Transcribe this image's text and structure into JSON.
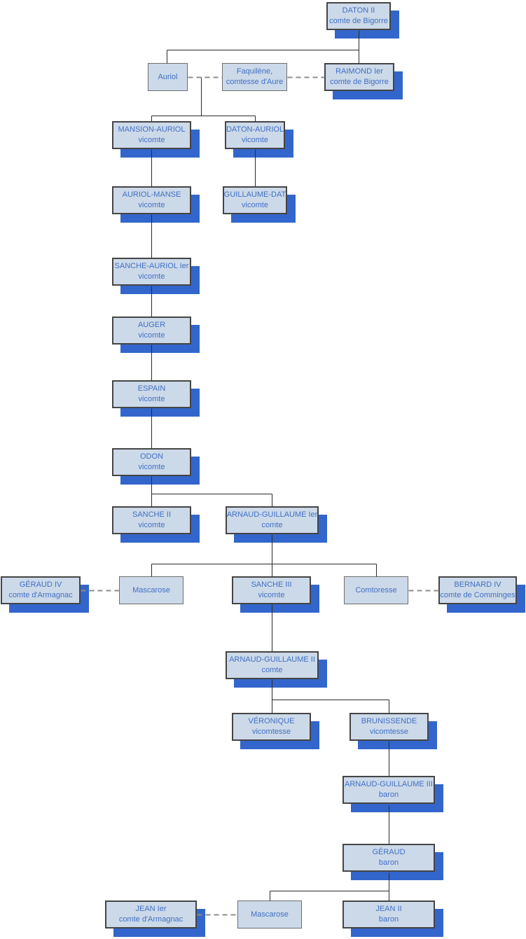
{
  "diagram": {
    "description": "Genealogical family tree",
    "colors": {
      "background": "#ffffff",
      "node_fill": "#ccd9e9",
      "node_border_emphasis": "#454545",
      "node_border_plain": "#6e6e6e",
      "node_shadow": "#3366cc",
      "text": "#4070c4",
      "solid_line": "#2b2b2b",
      "dashed_line": "#8c8c8c"
    },
    "nodes": [
      {
        "id": "daton2",
        "name": "DATON II",
        "title": "comte de Bigorre",
        "shadow": true
      },
      {
        "id": "auriol",
        "name": "Auriol",
        "title": "",
        "shadow": false
      },
      {
        "id": "faquilene",
        "name": "Faquilène,",
        "title": "comtesse d'Aure",
        "shadow": false
      },
      {
        "id": "raimond1",
        "name": "RAIMOND Ier",
        "title": "comte de Bigorre",
        "shadow": true
      },
      {
        "id": "mansion_auriol",
        "name": "MANSION-AURIOL",
        "title": "vicomte",
        "shadow": true
      },
      {
        "id": "daton_auriol",
        "name": "DATON-AURIOL",
        "title": "vicomte",
        "shadow": true
      },
      {
        "id": "auriol_manse",
        "name": "AURIOL-MANSE",
        "title": "vicomte",
        "shadow": true
      },
      {
        "id": "guillaume_dat",
        "name": "GUILLAUME-DAT",
        "title": "vicomte",
        "shadow": true
      },
      {
        "id": "sanche_auriol1",
        "name": "SANCHE-AURIOL Ier",
        "title": "vicomte",
        "shadow": true
      },
      {
        "id": "auger",
        "name": "AUGER",
        "title": "vicomte",
        "shadow": true
      },
      {
        "id": "espain",
        "name": "ESPAIN",
        "title": "vicomte",
        "shadow": true
      },
      {
        "id": "odon",
        "name": "ODON",
        "title": "vicomte",
        "shadow": true
      },
      {
        "id": "sanche2",
        "name": "SANCHE II",
        "title": "vicomte",
        "shadow": true
      },
      {
        "id": "arnaud_guillaume1",
        "name": "ARNAUD-GUILLAUME Ier",
        "title": "comte",
        "shadow": true
      },
      {
        "id": "geraud4",
        "name": "GÉRAUD IV",
        "title": "comte d'Armagnac",
        "shadow": true
      },
      {
        "id": "mascarose1",
        "name": "Mascarose",
        "title": "",
        "shadow": false
      },
      {
        "id": "sanche3",
        "name": "SANCHE III",
        "title": "vicomte",
        "shadow": true
      },
      {
        "id": "comtoresse",
        "name": "Comtoresse",
        "title": "",
        "shadow": false
      },
      {
        "id": "bernard4",
        "name": "BERNARD IV",
        "title": "comte de Comminges",
        "shadow": true
      },
      {
        "id": "arnaud_guillaume2",
        "name": "ARNAUD-GUILLAUME II",
        "title": "comte",
        "shadow": true
      },
      {
        "id": "veronique",
        "name": "VÉRONIQUE",
        "title": "vicomtesse",
        "shadow": true
      },
      {
        "id": "brunissende",
        "name": "BRUNISSENDE",
        "title": "vicomtesse",
        "shadow": true
      },
      {
        "id": "arnaud_guillaume3",
        "name": "ARNAUD-GUILLAUME III",
        "title": "baron",
        "shadow": true
      },
      {
        "id": "geraud",
        "name": "GÉRAUD",
        "title": "baron",
        "shadow": true
      },
      {
        "id": "jean1",
        "name": "JEAN Ier",
        "title": "comte d'Armagnac",
        "shadow": true
      },
      {
        "id": "mascarose2",
        "name": "Mascarose",
        "title": "",
        "shadow": false
      },
      {
        "id": "jean2",
        "name": "JEAN II",
        "title": "baron",
        "shadow": true
      }
    ],
    "edges": {
      "parent_child": [
        [
          "daton2",
          "auriol"
        ],
        [
          "daton2",
          "raimond1"
        ],
        [
          "auriol+faquilene",
          "mansion_auriol"
        ],
        [
          "auriol+faquilene",
          "daton_auriol"
        ],
        [
          "mansion_auriol",
          "auriol_manse"
        ],
        [
          "daton_auriol",
          "guillaume_dat"
        ],
        [
          "auriol_manse",
          "sanche_auriol1"
        ],
        [
          "sanche_auriol1",
          "auger"
        ],
        [
          "auger",
          "espain"
        ],
        [
          "espain",
          "odon"
        ],
        [
          "odon",
          "sanche2"
        ],
        [
          "odon",
          "arnaud_guillaume1"
        ],
        [
          "arnaud_guillaume1",
          "mascarose1"
        ],
        [
          "arnaud_guillaume1",
          "sanche3"
        ],
        [
          "arnaud_guillaume1",
          "comtoresse"
        ],
        [
          "sanche3",
          "arnaud_guillaume2"
        ],
        [
          "arnaud_guillaume2",
          "veronique"
        ],
        [
          "arnaud_guillaume2",
          "brunissende"
        ],
        [
          "brunissende",
          "arnaud_guillaume3"
        ],
        [
          "arnaud_guillaume3",
          "geraud"
        ],
        [
          "geraud",
          "mascarose2"
        ],
        [
          "geraud",
          "jean2"
        ]
      ],
      "marriage_dashed": [
        [
          "auriol",
          "faquilene"
        ],
        [
          "faquilene",
          "raimond1"
        ],
        [
          "geraud4",
          "mascarose1"
        ],
        [
          "comtoresse",
          "bernard4"
        ],
        [
          "jean1",
          "mascarose2"
        ]
      ]
    }
  }
}
